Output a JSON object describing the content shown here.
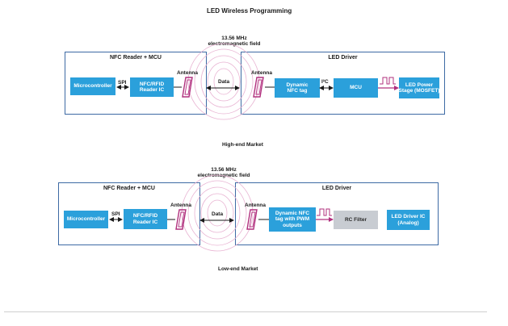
{
  "title": "LED Wireless Programming",
  "top": {
    "field_line1": "13.56 MHz",
    "field_line2": "electromagnetic field",
    "left_panel_title": "NFC Reader + MCU",
    "right_panel_title": "LED Driver",
    "microcontroller": "Microcontroller",
    "spi": "SPI",
    "reader_ic": "NFC/RFID\nReader IC",
    "antenna_left": "Antenna",
    "data": "Data",
    "antenna_right": "Antenna",
    "nfc_tag": "Dynamic\nNFC tag",
    "i2c": "I²C",
    "mcu": "MCU",
    "power_stage": "LED Power\nStage (MOSFET)",
    "market": "High-end Market"
  },
  "bottom": {
    "field_line1": "13.56 MHz",
    "field_line2": "electromagnetic field",
    "left_panel_title": "NFC Reader + MCU",
    "right_panel_title": "LED Driver",
    "microcontroller": "Microcontroller",
    "spi": "SPI",
    "reader_ic": "NFC/RFID\nReader IC",
    "antenna_left": "Antenna",
    "data": "Data",
    "antenna_right": "Antenna",
    "nfc_tag": "Dynamic NFC\ntag with PWM\noutputs",
    "rc_filter": "RC Filter",
    "driver_ic": "LED Driver IC\n(Analog)",
    "market": "Low-end Market"
  },
  "colors": {
    "block_blue": "#2ba0db",
    "panel_border": "#3d6aa4",
    "antenna_magenta": "#b1307e",
    "field_ring": "#e8b3d2",
    "rc_gray": "#c8ccd2"
  }
}
